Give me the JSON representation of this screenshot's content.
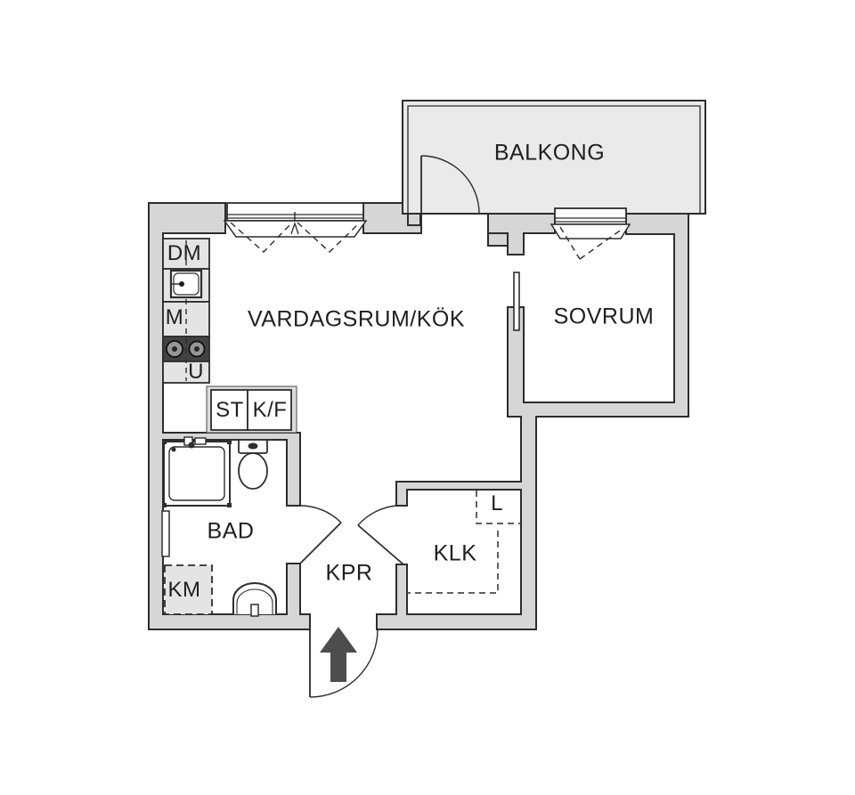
{
  "floorplan": {
    "room_labels": {
      "balcony": "BALKONG",
      "living_kitchen": "VARDAGSRUM/KÖK",
      "bedroom": "SOVRUM",
      "bathroom": "BAD",
      "hallway": "KPR",
      "walk_in_closet": "KLK"
    },
    "fixture_labels": {
      "dishwasher": "DM",
      "microwave": "M",
      "oven": "U",
      "cleaning_cabinet": "ST",
      "fridge_freezer": "K/F",
      "washing_machine": "KM",
      "linen_cabinet": "L"
    },
    "colors": {
      "background": "#ffffff",
      "wall_fill": "#d6d6d6",
      "outline": "#2d2d2d",
      "balcony_fill": "#eaeaea",
      "counter_fill": "#e4e4e4",
      "stove_fill": "#424242",
      "burner_fill": "#969696",
      "arrow": "#4d4d4d"
    }
  }
}
